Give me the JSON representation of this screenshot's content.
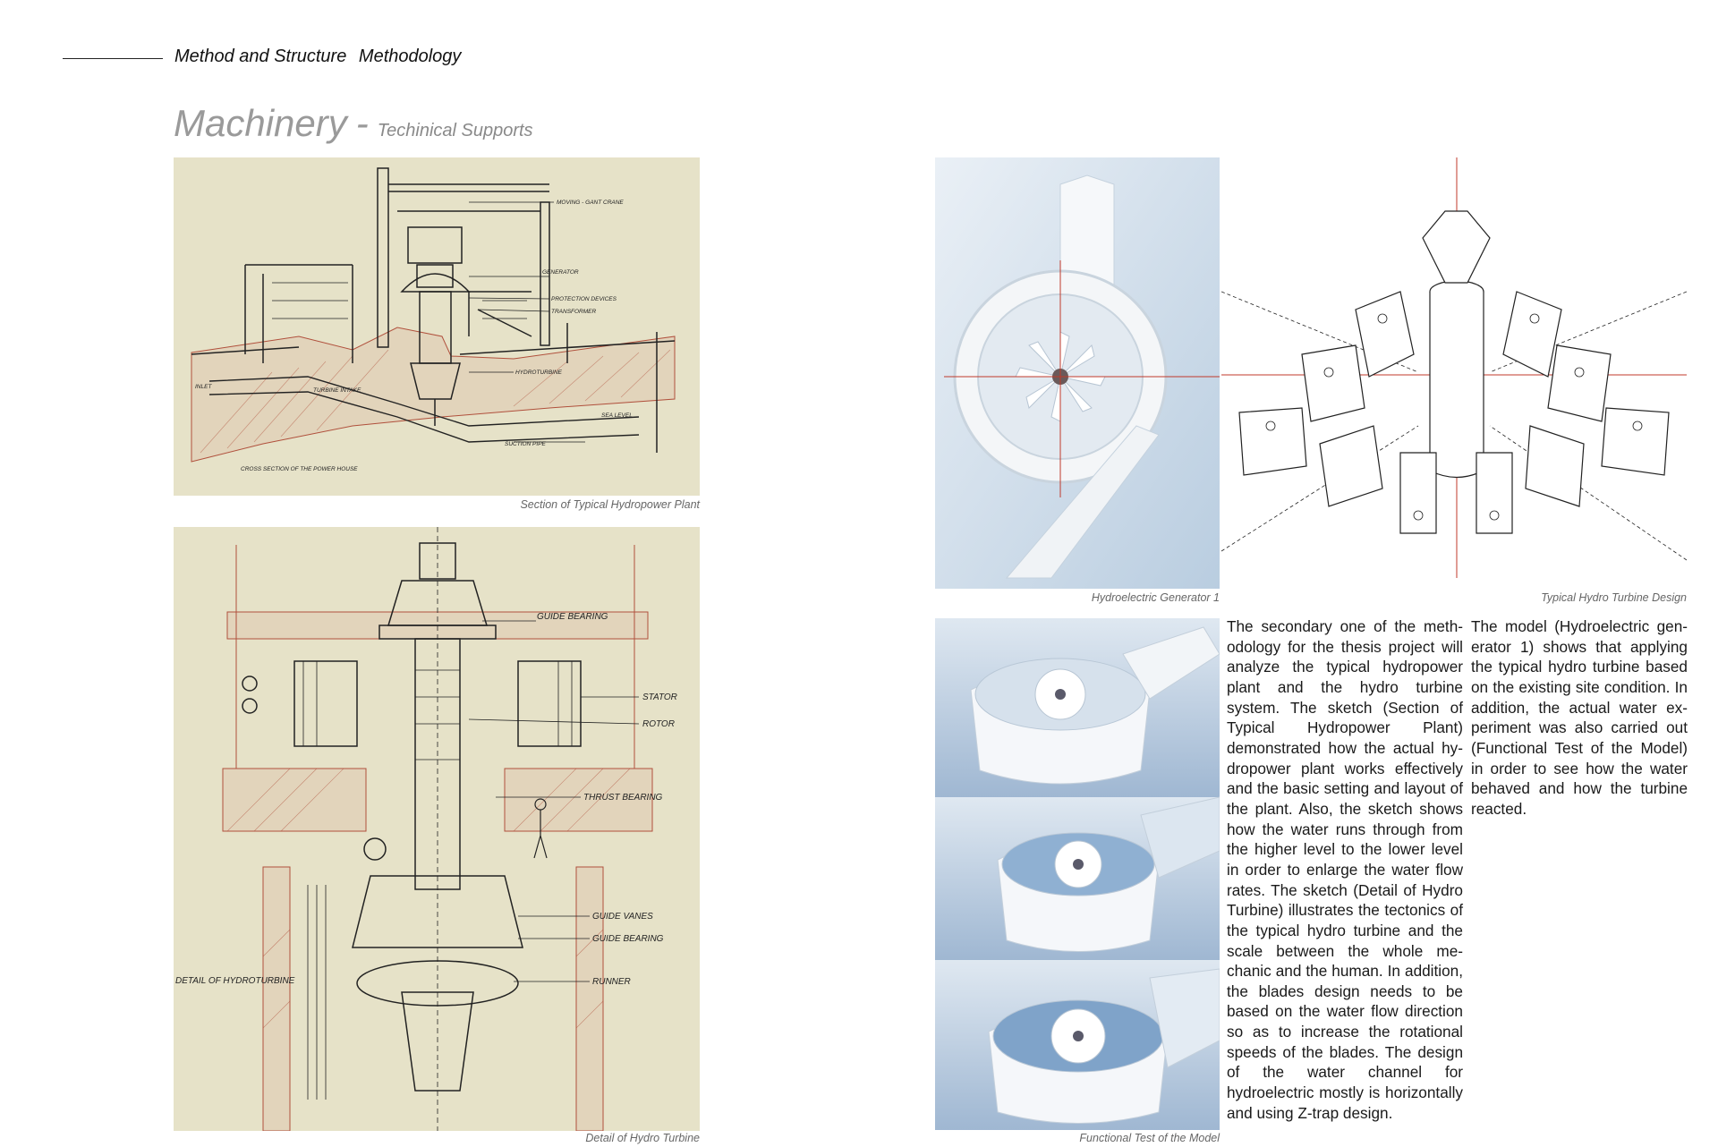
{
  "header": {
    "section": "Method and Structure",
    "subsection": "Methodology"
  },
  "title": {
    "main": "Machinery",
    "separator": "-",
    "sub": "Techinical Supports"
  },
  "figures": {
    "section_sketch": {
      "caption": "Section of Typical Hydropower Plant",
      "labels": {
        "crane": "MOVING - GANT CRANE",
        "generator": "GENERATOR",
        "protection": "PROTECTION DEVICES",
        "transformer": "TRANSFORMER",
        "turbine": "HYDROTURBINE",
        "intake": "TURBINE INTAKE",
        "draft": "SUCTION PIPE",
        "crosssection": "CROSS SECTION OF THE POWER HOUSE",
        "inlet": "INLET",
        "sea": "SEA LEVEL"
      }
    },
    "turbine_detail": {
      "caption": "Detail of Hydro Turbine",
      "labels": {
        "guide1": "GUIDE BEARING",
        "stator": "STATOR",
        "rotor": "ROTOR",
        "thrust": "THRUST BEARING",
        "vanes": "GUIDE VANES",
        "guide2": "GUIDE BEARING",
        "runner": "RUNNER",
        "detail": "DETAIL OF HYDROTURBINE"
      }
    },
    "generator_photo": {
      "caption": "Hydroelectric Generator 1"
    },
    "turbine_design": {
      "caption": "Typical Hydro Turbine Design"
    },
    "functional_test": {
      "caption": "Functional Test of the Model"
    }
  },
  "text": {
    "col1": "The secondary one of the meth­odology for the thesis project will analyze the typical hydropow­er plant and the hydro turbine system. The sketch (Section of Typical Hydropower Plant) demonstrated how the actual hy­dropower plant works effectively and the basic setting and layout of the plant. Also, the sketch shows how the water runs through from the higher level to the lower level in order to enlarge the water flow rates. The sketch (Detail of Hydro Turbine) illustrates the tectonics of the typical hydro turbine and the scale between the whole me­chanic and the human. In addi­tion, the blades design needs to be based on the water flow di­rection so as to increase the rota­tional speeds of the blades. The design of the water channel for hydroelectric mostly is horizontal­ly and using Z-trap design.",
    "col2": "The model (Hydroelectric gen­erator 1) shows that applying the typical hydro turbine based on the existing site condition. In addition, the actual water ex­periment was also carried out (Functional Test of the Model) in order to see how the water behaved and how the turbine reacted."
  },
  "colors": {
    "sketch_paper": "#e6e2c8",
    "ink": "#222222",
    "red_pencil": "#b0503c",
    "model_blue": "#aac1dc",
    "guide_red": "#c0392b",
    "title_gray": "#9a9a9a"
  }
}
